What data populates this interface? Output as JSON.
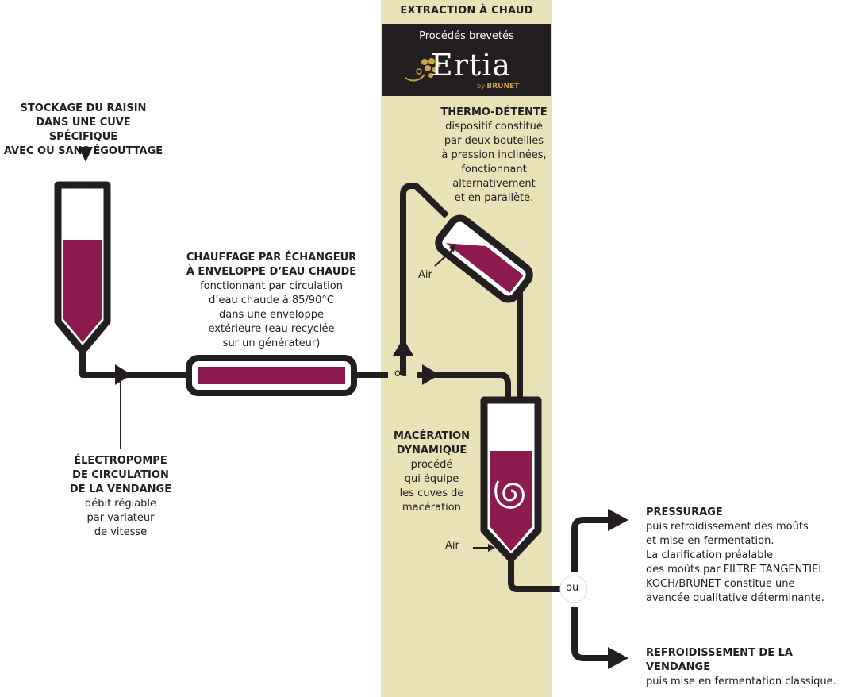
{
  "band": {
    "title": "EXTRACTION À CHAUD",
    "subtitle": "Procédés brevetés",
    "brand": "Ertia",
    "brand_by": "by",
    "brand_maker": "BRUNET"
  },
  "colors": {
    "wine": "#8b1a4f",
    "band": "#eae2b7",
    "dark": "#231f20",
    "gold": "#c9a545"
  },
  "steps": {
    "storage": {
      "title_1": "STOCKAGE DU RAISIN",
      "title_2": "DANS UNE CUVE SPÉCIFIQUE",
      "title_3": "AVEC OU SANS ÉGOUTTAGE"
    },
    "heating": {
      "title_1": "CHAUFFAGE PAR ÉCHANGEUR",
      "title_2": "À ENVELOPPE D’EAU CHAUDE",
      "desc_1": "fonctionnant par circulation",
      "desc_2": "d’eau chaude à 85/90°C",
      "desc_3": "dans une enveloppe",
      "desc_4": "extérieure (eau recyclée",
      "desc_5": "sur un générateur)"
    },
    "pump": {
      "title_1": "ÉLECTROPOMPE",
      "title_2": "DE CIRCULATION",
      "title_3": "DE LA VENDANGE",
      "desc_1": "débit réglable",
      "desc_2": "par variateur",
      "desc_3": "de vitesse"
    },
    "thermo": {
      "title": "THERMO-DÉTENTE",
      "desc_1": "dispositif constitué",
      "desc_2": "par deux bouteilles",
      "desc_3": "à pression inclinées,",
      "desc_4": "fonctionnant",
      "desc_5": "alternativement",
      "desc_6": "et en parallète."
    },
    "maceration": {
      "title_1": "MACÉRATION",
      "title_2": "DYNAMIQUE",
      "desc_1": "procédé",
      "desc_2": "qui équipe",
      "desc_3": "les cuves de",
      "desc_4": "macération"
    },
    "pressurage": {
      "title": "PRESSURAGE",
      "desc_1": "puis refroidissement des moûts",
      "desc_2": "et mise en fermentation.",
      "desc_3": "La clarification préalable",
      "desc_4": "des moûts par FILTRE TANGENTIEL",
      "desc_5": "KOCH/BRUNET constitue une",
      "desc_6": "avancée qualitative déterminante."
    },
    "cooling": {
      "title": "REFROIDISSEMENT DE LA VENDANGE",
      "desc": "puis mise en fermentation classique."
    }
  },
  "labels": {
    "or_1": "ou",
    "or_2": "ou",
    "air_1": "Air",
    "air_2": "Air"
  }
}
